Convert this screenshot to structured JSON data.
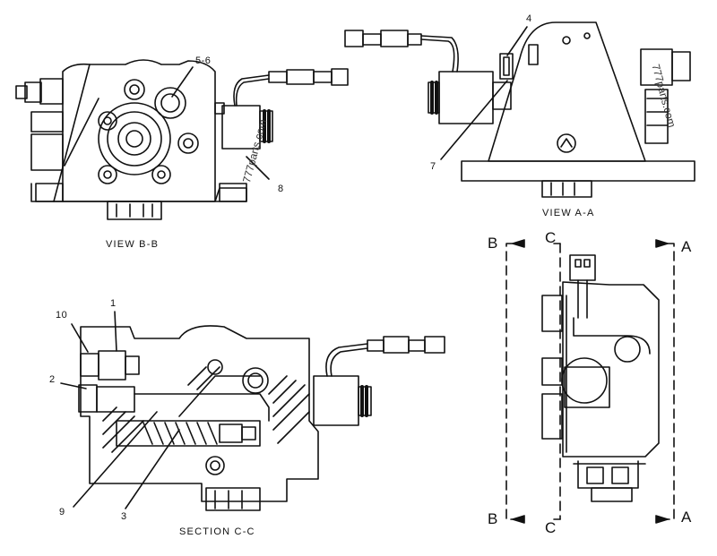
{
  "captions": {
    "view_bb": "VIEW B-B",
    "view_aa": "VIEW A-A",
    "section_cc": "SECTION C-C"
  },
  "callouts": {
    "c4": "4",
    "c56": "5-6",
    "c7": "7",
    "c8": "8",
    "c1": "1",
    "c10": "10",
    "c2": "2",
    "c9": "9",
    "c3": "3"
  },
  "section_marks": {
    "b_top": "B",
    "c_top": "C",
    "a_top": "A",
    "b_bottom": "B",
    "c_bottom": "C",
    "a_bottom": "A"
  },
  "watermarks": {
    "wm1": "777parts.com",
    "wm2": "777parts.com"
  }
}
